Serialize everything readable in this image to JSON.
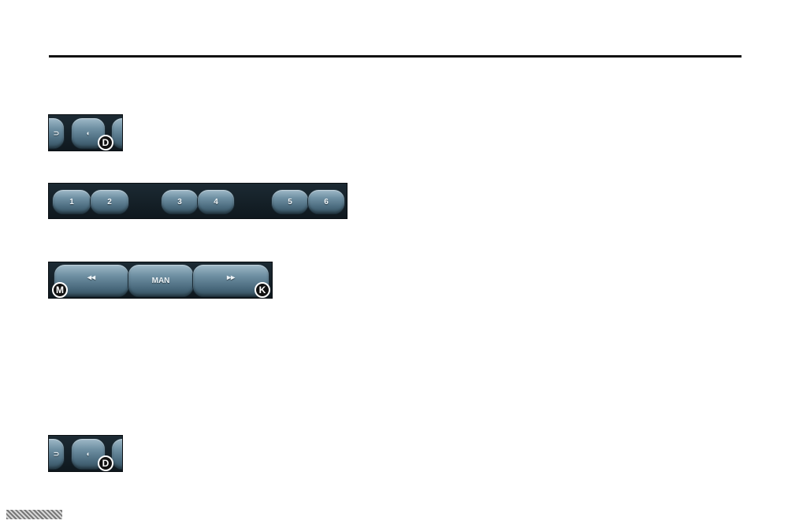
{
  "control_d": {
    "badge": "D"
  },
  "presets": {
    "labels": [
      "1",
      "2",
      "3",
      "4",
      "5",
      "6"
    ]
  },
  "tuning": {
    "seek_back": "◂◂",
    "man": "MAN",
    "seek_fwd": "▸▸",
    "badge_left": "M",
    "badge_right": "K"
  },
  "control_d_repeat": {
    "badge": "D"
  },
  "colors": {
    "button": "#6e8fa2",
    "strip": "#16222a",
    "rule": "#111111"
  }
}
